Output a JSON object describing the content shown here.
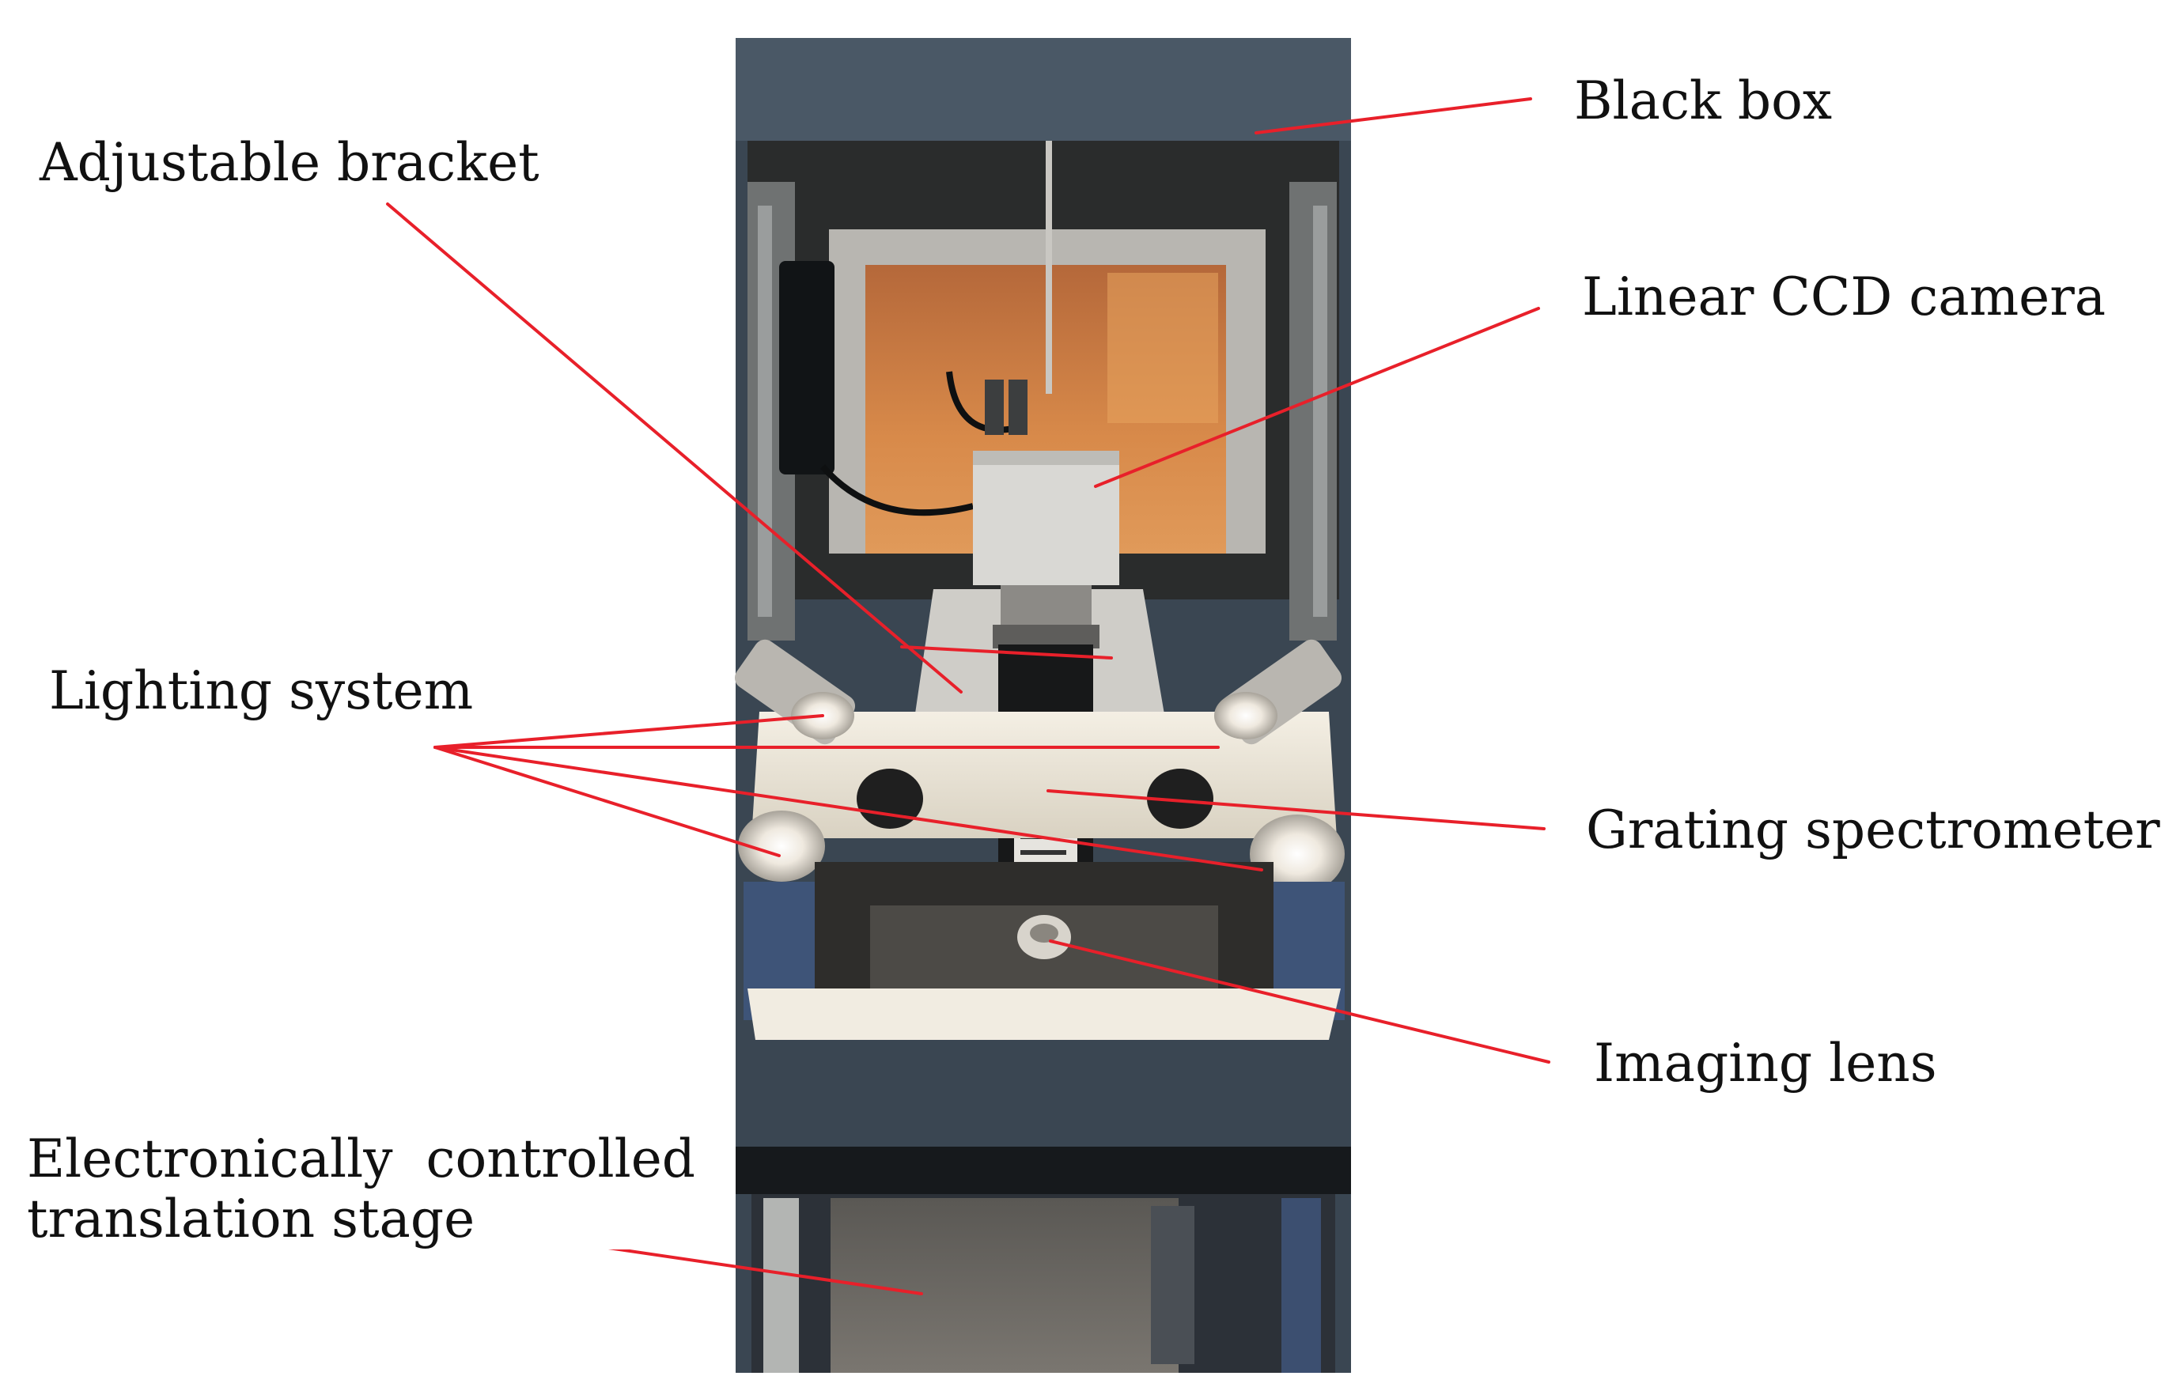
{
  "labels": {
    "black_box": "Black box",
    "adjustable_bracket": "Adjustable bracket",
    "linear_ccd_camera": "Linear CCD camera",
    "lighting_system": "Lighting system",
    "grating_spectrometer": "Grating spectrometer",
    "imaging_lens": "Imaging lens",
    "translation_stage_line1": "Electronically  controlled",
    "translation_stage_line2": "translation stage"
  },
  "colors": {
    "leader_line": "#e8202a",
    "cabinet_frame": "#3a4652",
    "cabinet_panel": "#2c3640",
    "window_glow": "#c87a3c",
    "lit_tray": "#e9e3d6",
    "dark_interior": "#1c1f22"
  }
}
